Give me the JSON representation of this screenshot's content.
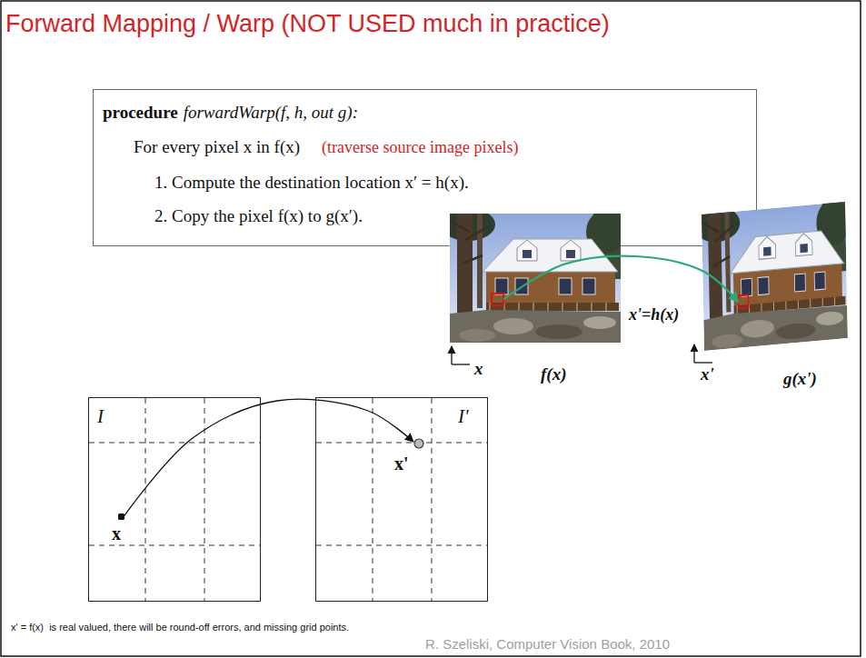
{
  "diagram": {
    "title": "Forward Mapping / Warp (NOT USED much in practice)",
    "nodes": [
      {
        "text": [
          "procedure",
          "forwardWarp(f, h, out g):",
          "For every pixel x in f(x)",
          "(traverse source image pixels)",
          "1. Compute the destination location x′ = h(x).",
          "2. Copy the pixel f(x) to g(x′)."
        ]
      },
      {
        "text": [
          "f(x)"
        ]
      },
      {
        "text": [
          "g(x')"
        ]
      },
      {
        "text": [
          "I",
          "x"
        ]
      },
      {
        "text": [
          "I'",
          "x'"
        ]
      }
    ],
    "edges": [
      {
        "from": 1,
        "to": 2,
        "arrow": "to",
        "label": "x'=h(x)"
      },
      {
        "from": 3,
        "to": 4,
        "arrow": "to"
      }
    ],
    "labels": [
      "x",
      "x'",
      "x' = f(x)  is real valued, there will be round-off errors, and missing grid points.",
      "R. Szeliski, Computer Vision Book, 2010"
    ]
  }
}
